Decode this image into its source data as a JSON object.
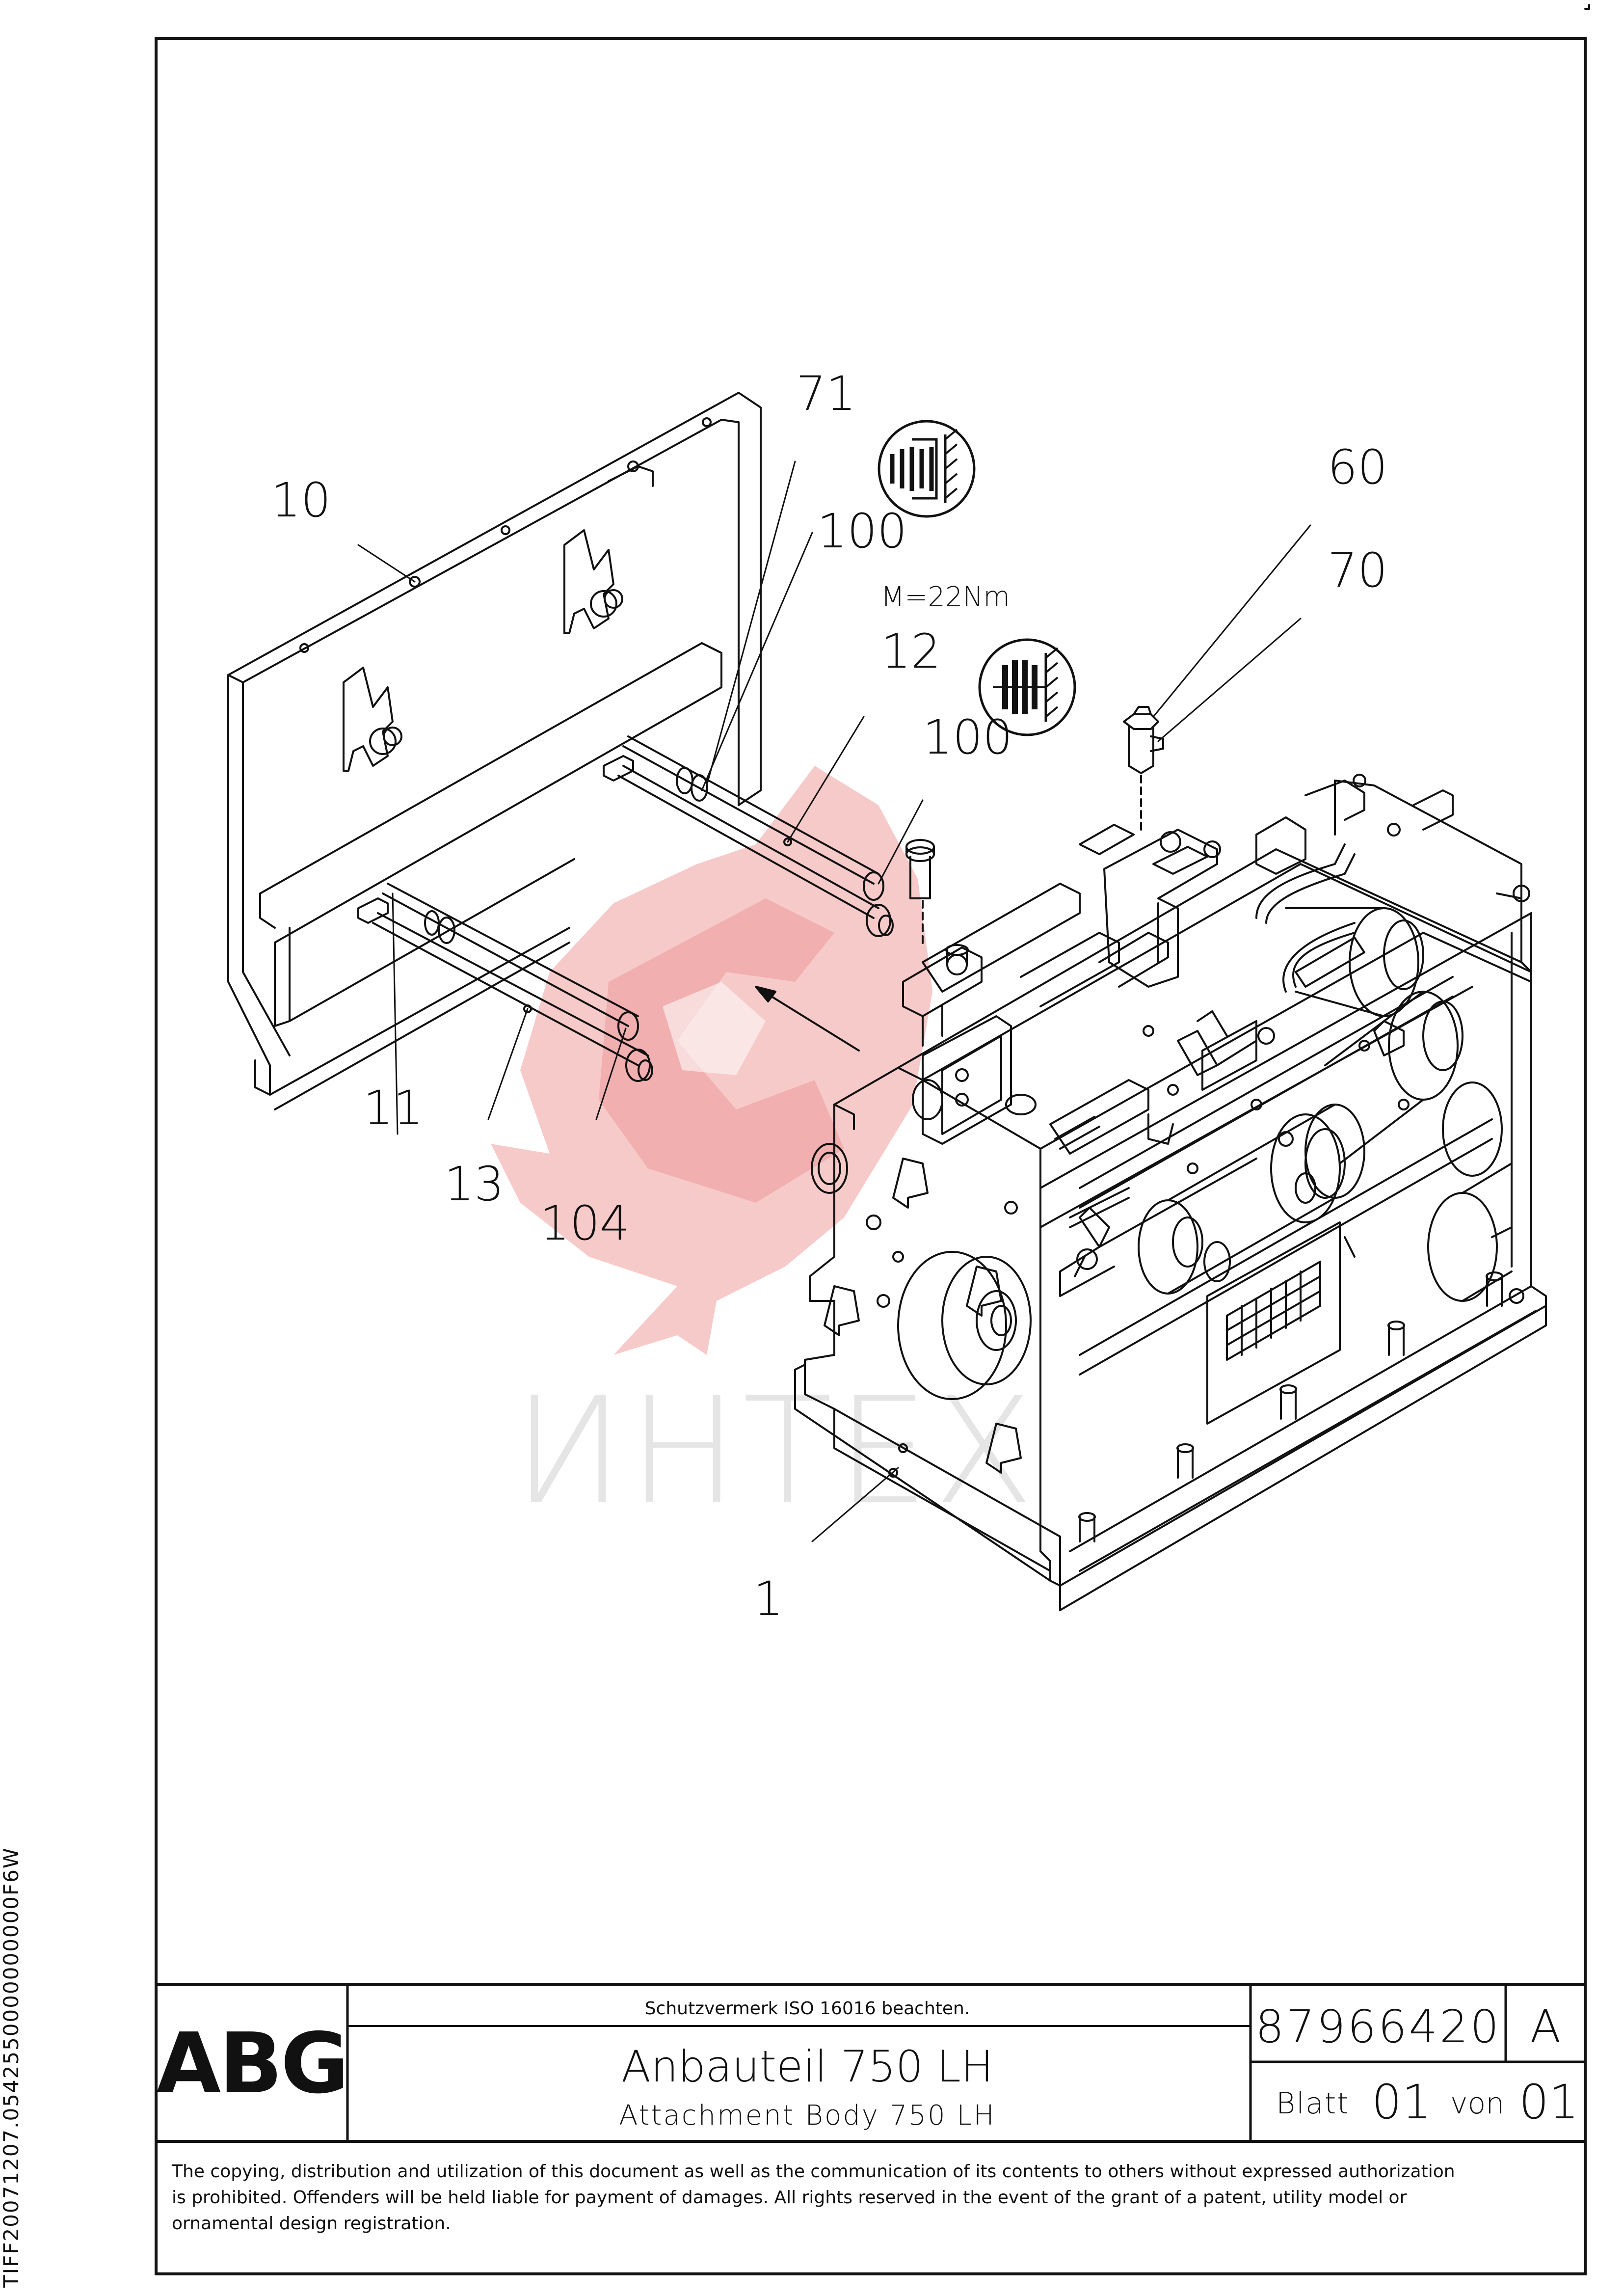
{
  "title_block": {
    "logo": "ABG",
    "protection_note": "Schutzvermerk ISO 16016 beachten.",
    "title_de": "Anbauteil 750 LH",
    "title_en": "Attachment Body 750 LH",
    "drawing_number": "87966420",
    "revision": "A",
    "sheet_label": "Blatt",
    "sheet_number": "01",
    "of_label": "von",
    "sheet_total": "01"
  },
  "copyright_notice": [
    "The copying, distribution and utilization of this document as well as the communication of its contents to others without expressed authorization",
    "is prohibited. Offenders will be held liable for payment of damages. All rights reserved in the event of the grant of a patent, utility model or",
    "ornamental design registration."
  ],
  "side_code": "TIFF20071207.0542550000000000F6W",
  "watermark": "ИНТЕХ",
  "torque_note": "M=22Nm",
  "callouts": {
    "c10": "10",
    "c71": "71",
    "c100a": "100",
    "c12": "12",
    "c100b": "100",
    "c60": "60",
    "c70": "70",
    "c11": "11",
    "c13": "13",
    "c104": "104",
    "c1": "1"
  },
  "icons": [
    "threadlocker-icon",
    "threadlocker-icon"
  ]
}
